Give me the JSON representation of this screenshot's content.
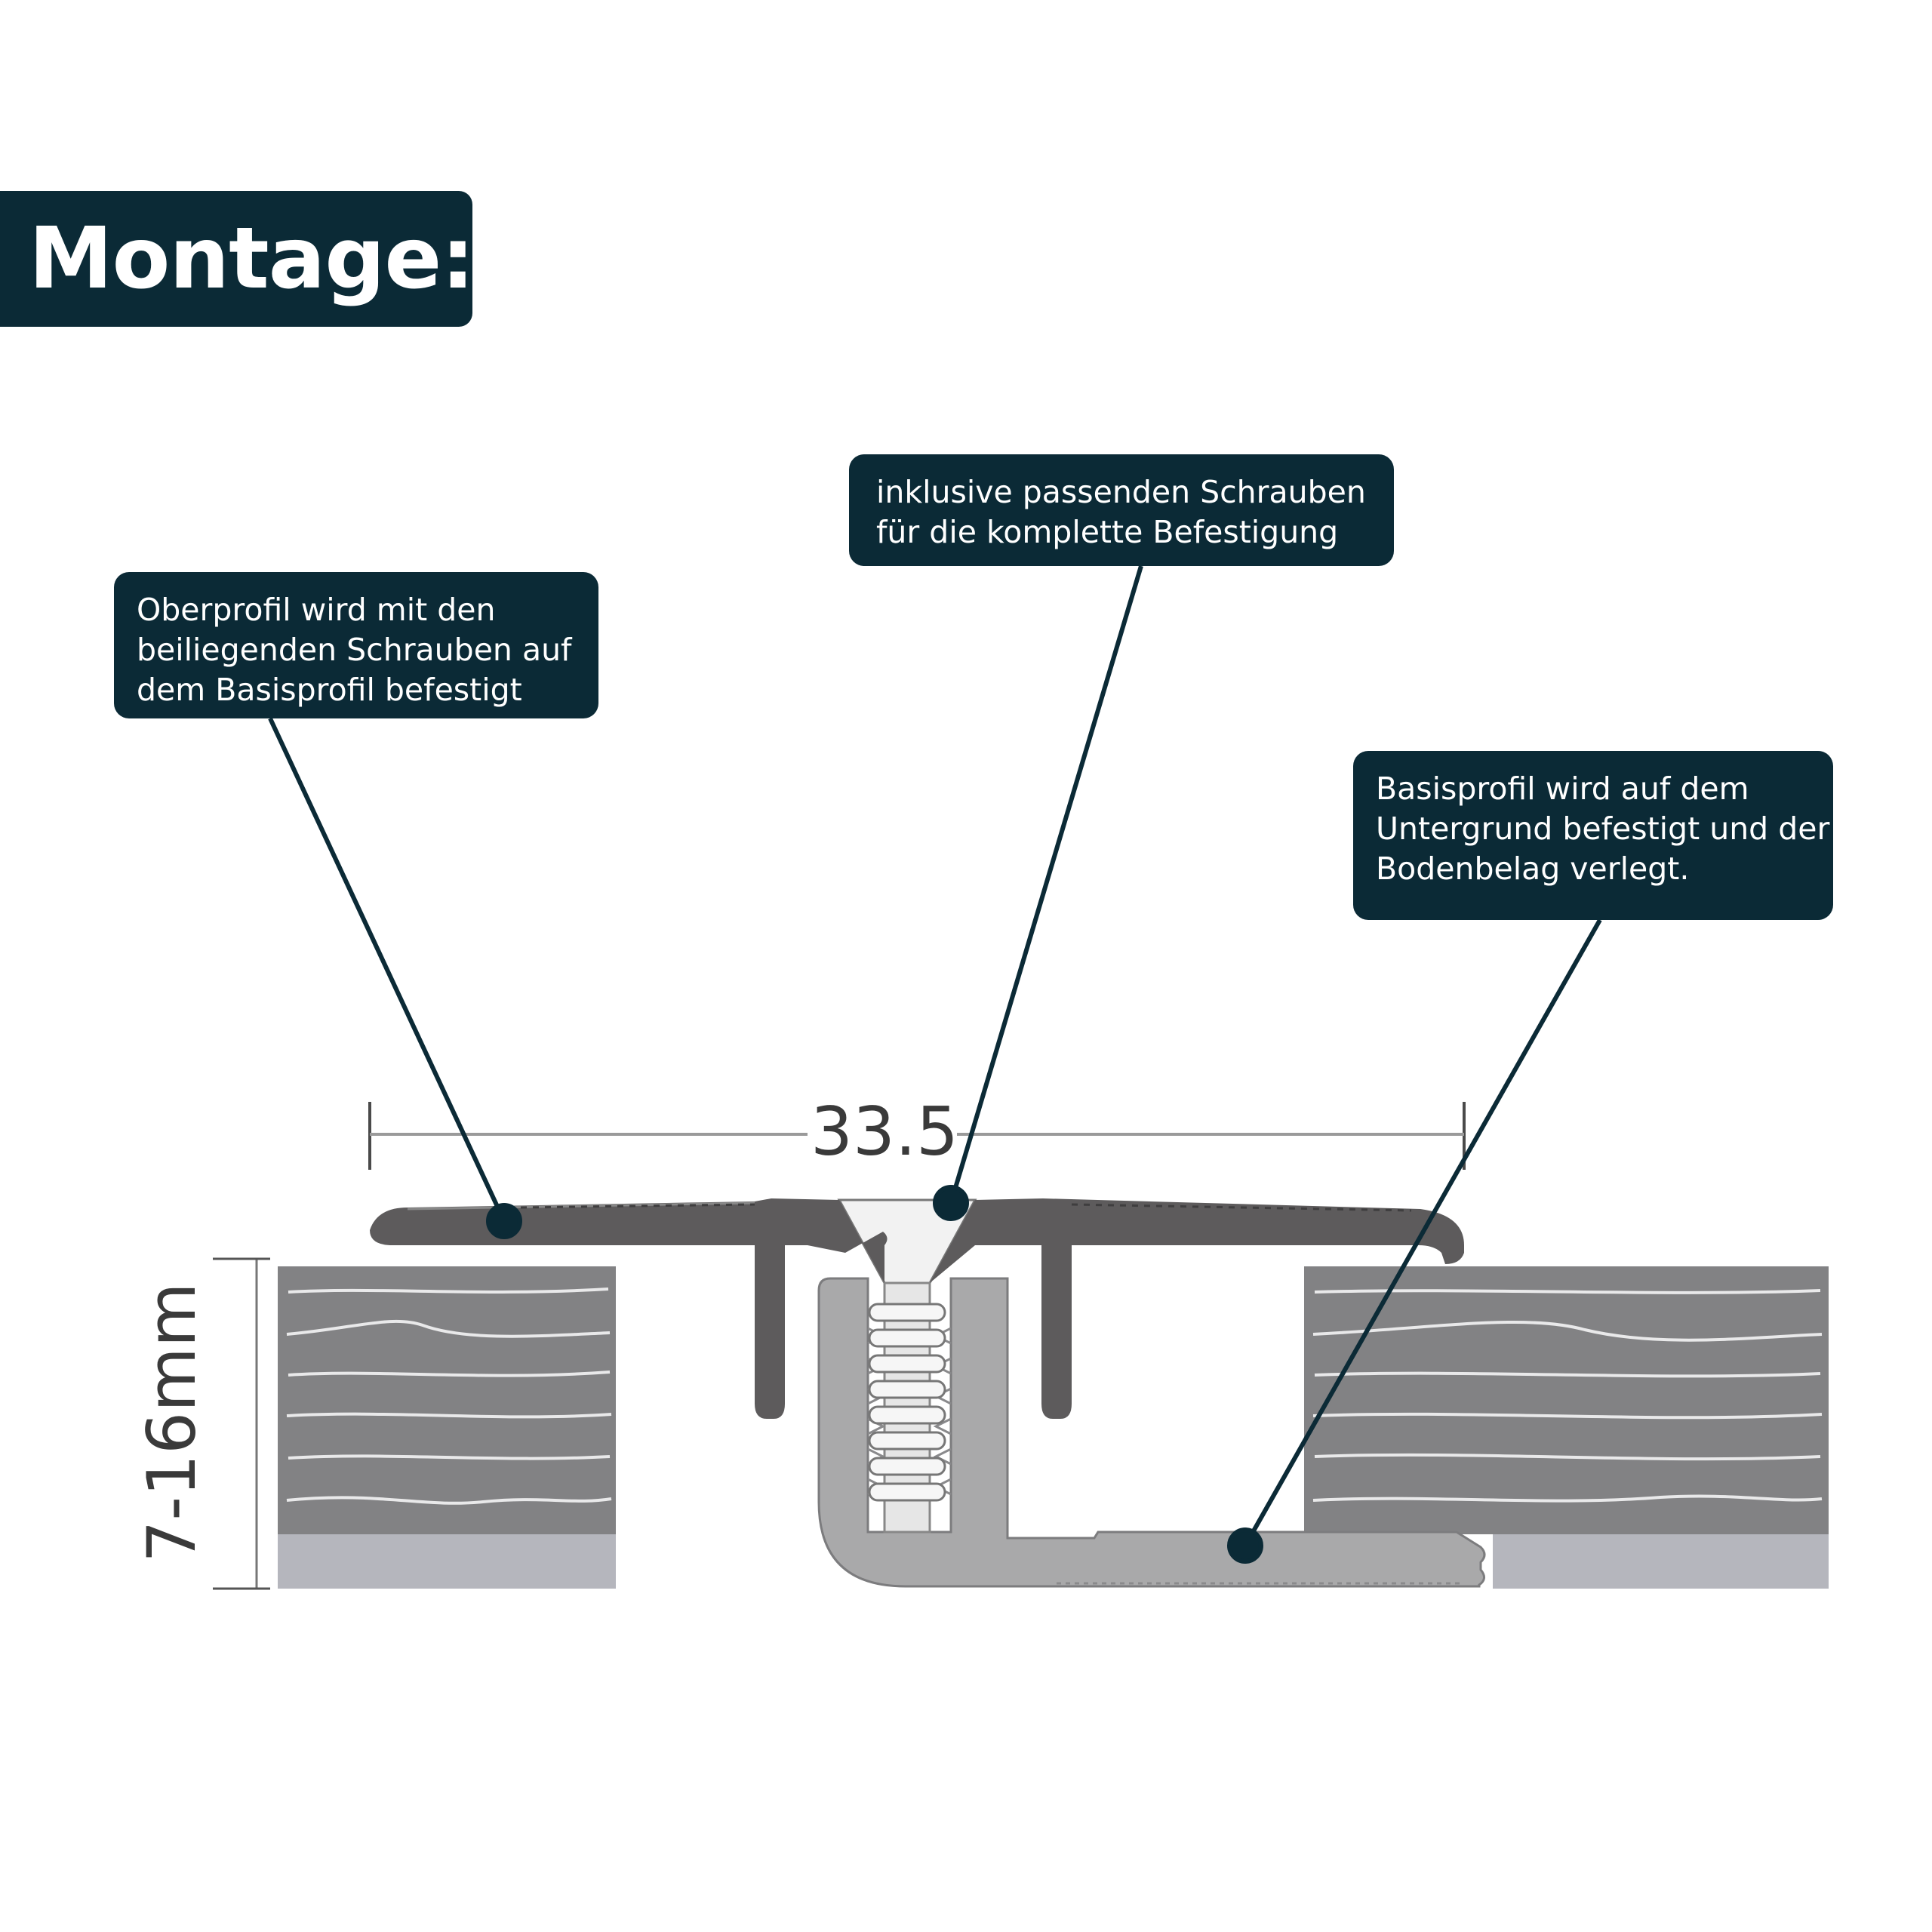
{
  "title": "Montage:",
  "colors": {
    "box": "#0b2a36",
    "top_profile": "#5d5b5c",
    "base_profile": "#a9a9aa",
    "wood": "#828284",
    "wood_base": "#b5b6bd",
    "dimension": "#4a4a4a"
  },
  "notes": {
    "screws": {
      "lines": [
        "inklusive passenden Schrauben",
        "für die komplette Befestigung"
      ]
    },
    "top_profile": {
      "lines": [
        "Oberprofil wird mit den",
        "beiliegenden Schrauben auf",
        "dem Basisprofil befestigt"
      ]
    },
    "base_profile": {
      "lines": [
        "Basisprofil wird auf dem",
        "Untergrund befestigt und der",
        "Bodenbelag verlegt."
      ]
    }
  },
  "dimensions": {
    "width": "33.5",
    "height": "7-16mm"
  }
}
